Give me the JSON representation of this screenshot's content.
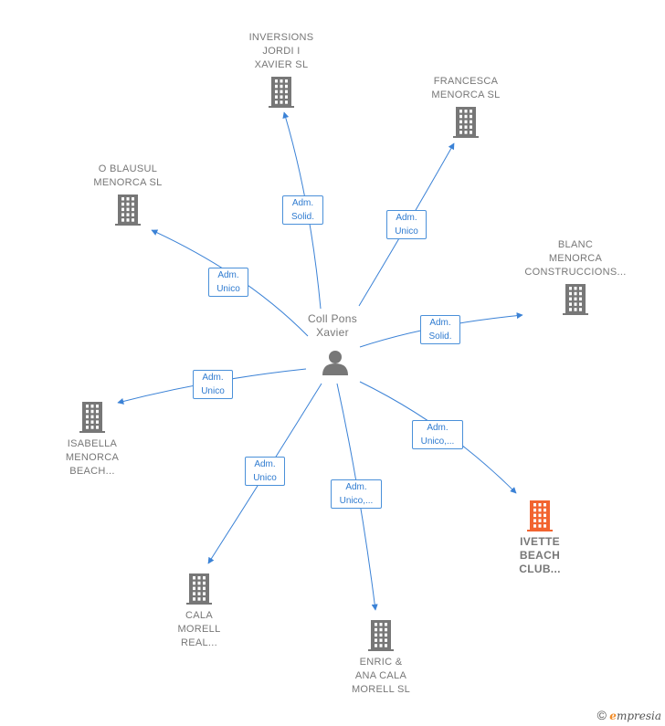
{
  "center": {
    "label": "Coll Pons\nXavier",
    "icon": "person-icon"
  },
  "nodes": [
    {
      "key": "inversions",
      "label": "INVERSIONS\nJORDI I\nXAVIER  SL",
      "icon": "building-icon",
      "color": "#777777"
    },
    {
      "key": "francesca",
      "label": "FRANCESCA\nMENORCA  SL",
      "icon": "building-icon",
      "color": "#777777"
    },
    {
      "key": "oblausul",
      "label": "O BLAUSUL\nMENORCA  SL",
      "icon": "building-icon",
      "color": "#777777"
    },
    {
      "key": "blanc",
      "label": "BLANC\nMENORCA\nCONSTRUCCIONS...",
      "icon": "building-icon",
      "color": "#777777"
    },
    {
      "key": "isabella",
      "label": "ISABELLA\nMENORCA\nBEACH...",
      "icon": "building-icon",
      "color": "#777777"
    },
    {
      "key": "ivette",
      "label": "IVETTE\nBEACH\nCLUB...",
      "icon": "building-icon",
      "color": "#f26430",
      "highlight": true
    },
    {
      "key": "cala",
      "label": "CALA\nMORELL\nREAL...",
      "icon": "building-icon",
      "color": "#777777"
    },
    {
      "key": "enric",
      "label": "ENRIC &\nANA CALA\nMORELL  SL",
      "icon": "building-icon",
      "color": "#777777"
    }
  ],
  "edges": [
    {
      "to": "inversions",
      "label": "Adm.\nSolid."
    },
    {
      "to": "francesca",
      "label": "Adm.\nUnico"
    },
    {
      "to": "oblausul",
      "label": "Adm.\nUnico"
    },
    {
      "to": "blanc",
      "label": "Adm.\nSolid."
    },
    {
      "to": "isabella",
      "label": "Adm.\nUnico"
    },
    {
      "to": "ivette",
      "label": "Adm.\nUnico,..."
    },
    {
      "to": "cala",
      "label": "Adm.\nUnico"
    },
    {
      "to": "enric",
      "label": "Adm.\nUnico,..."
    }
  ],
  "edge_color": "#3b82d6",
  "watermark": {
    "copyright": "©",
    "brand_initial": "e",
    "brand_rest": "mpresia"
  }
}
